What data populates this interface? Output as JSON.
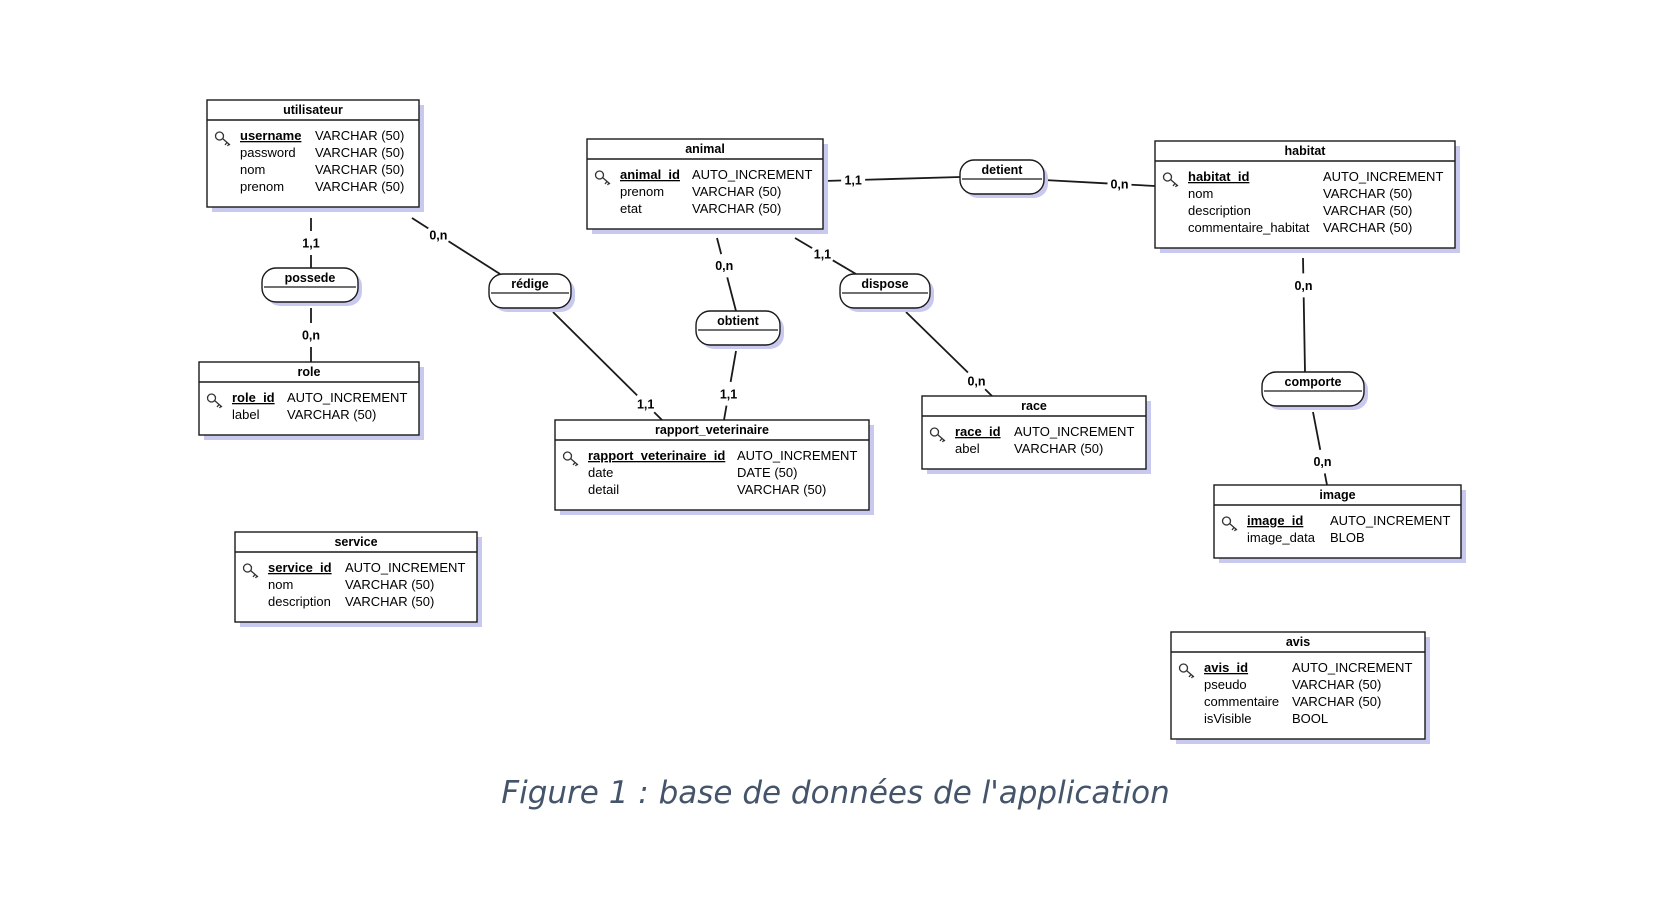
{
  "colors": {
    "entity_border": "#1a1a1a",
    "shadow": "#c9c9f0",
    "line": "#1a1a1a",
    "caption": "#44546a"
  },
  "icons": {
    "primary_key": "key-icon"
  },
  "entities": {
    "utilisateur": {
      "name": "utilisateur",
      "fields": [
        {
          "name": "username",
          "type": "VARCHAR (50)",
          "pk": true
        },
        {
          "name": "password",
          "type": "VARCHAR (50)"
        },
        {
          "name": "nom",
          "type": "VARCHAR (50)"
        },
        {
          "name": "prenom",
          "type": "VARCHAR (50)"
        }
      ]
    },
    "role": {
      "name": "role",
      "fields": [
        {
          "name": "role_id",
          "type": "AUTO_INCREMENT",
          "pk": true
        },
        {
          "name": "label",
          "type": "VARCHAR (50)"
        }
      ]
    },
    "animal": {
      "name": "animal",
      "fields": [
        {
          "name": "animal_id",
          "type": "AUTO_INCREMENT",
          "pk": true
        },
        {
          "name": "prenom",
          "type": "VARCHAR (50)"
        },
        {
          "name": "etat",
          "type": "VARCHAR (50)"
        }
      ]
    },
    "rapport_veterinaire": {
      "name": "rapport_veterinaire",
      "fields": [
        {
          "name": "rapport_veterinaire_id",
          "type": "AUTO_INCREMENT",
          "pk": true
        },
        {
          "name": "date",
          "type": "DATE (50)"
        },
        {
          "name": "detail",
          "type": "VARCHAR (50)"
        }
      ]
    },
    "race": {
      "name": "race",
      "fields": [
        {
          "name": "race_id",
          "type": "AUTO_INCREMENT",
          "pk": true
        },
        {
          "name": "abel",
          "type": "VARCHAR (50)"
        }
      ]
    },
    "habitat": {
      "name": "habitat",
      "fields": [
        {
          "name": "habitat_id",
          "type": "AUTO_INCREMENT",
          "pk": true
        },
        {
          "name": "nom",
          "type": "VARCHAR (50)"
        },
        {
          "name": "description",
          "type": "VARCHAR (50)"
        },
        {
          "name": "commentaire_habitat",
          "type": "VARCHAR (50)"
        }
      ]
    },
    "image": {
      "name": "image",
      "fields": [
        {
          "name": "image_id",
          "type": "AUTO_INCREMENT",
          "pk": true
        },
        {
          "name": "image_data",
          "type": "BLOB"
        }
      ]
    },
    "service": {
      "name": "service",
      "fields": [
        {
          "name": "service_id",
          "type": "AUTO_INCREMENT",
          "pk": true
        },
        {
          "name": "nom",
          "type": "VARCHAR (50)"
        },
        {
          "name": "description",
          "type": "VARCHAR (50)"
        }
      ]
    },
    "avis": {
      "name": "avis",
      "fields": [
        {
          "name": "avis_id",
          "type": "AUTO_INCREMENT",
          "pk": true
        },
        {
          "name": "pseudo",
          "type": "VARCHAR (50)"
        },
        {
          "name": "commentaire",
          "type": "VARCHAR (50)"
        },
        {
          "name": "isVisible",
          "type": "BOOL"
        }
      ]
    }
  },
  "relations": {
    "possede": {
      "name": "possede"
    },
    "redige": {
      "name": "rédige"
    },
    "obtient": {
      "name": "obtient"
    },
    "dispose": {
      "name": "dispose"
    },
    "detient": {
      "name": "detient"
    },
    "comporte": {
      "name": "comporte"
    }
  },
  "cardinalities": {
    "utilisateur_possede": "1,1",
    "possede_role": "0,n",
    "utilisateur_redige": "0,n",
    "redige_rapport": "1,1",
    "animal_obtient": "0,n",
    "obtient_rapport": "1,1",
    "animal_dispose": "1,1",
    "dispose_race": "0,n",
    "animal_detient": "1,1",
    "detient_habitat": "0,n",
    "habitat_comporte": "0,n",
    "comporte_image": "0,n"
  },
  "caption": "Figure 1 : base de données de l'application"
}
